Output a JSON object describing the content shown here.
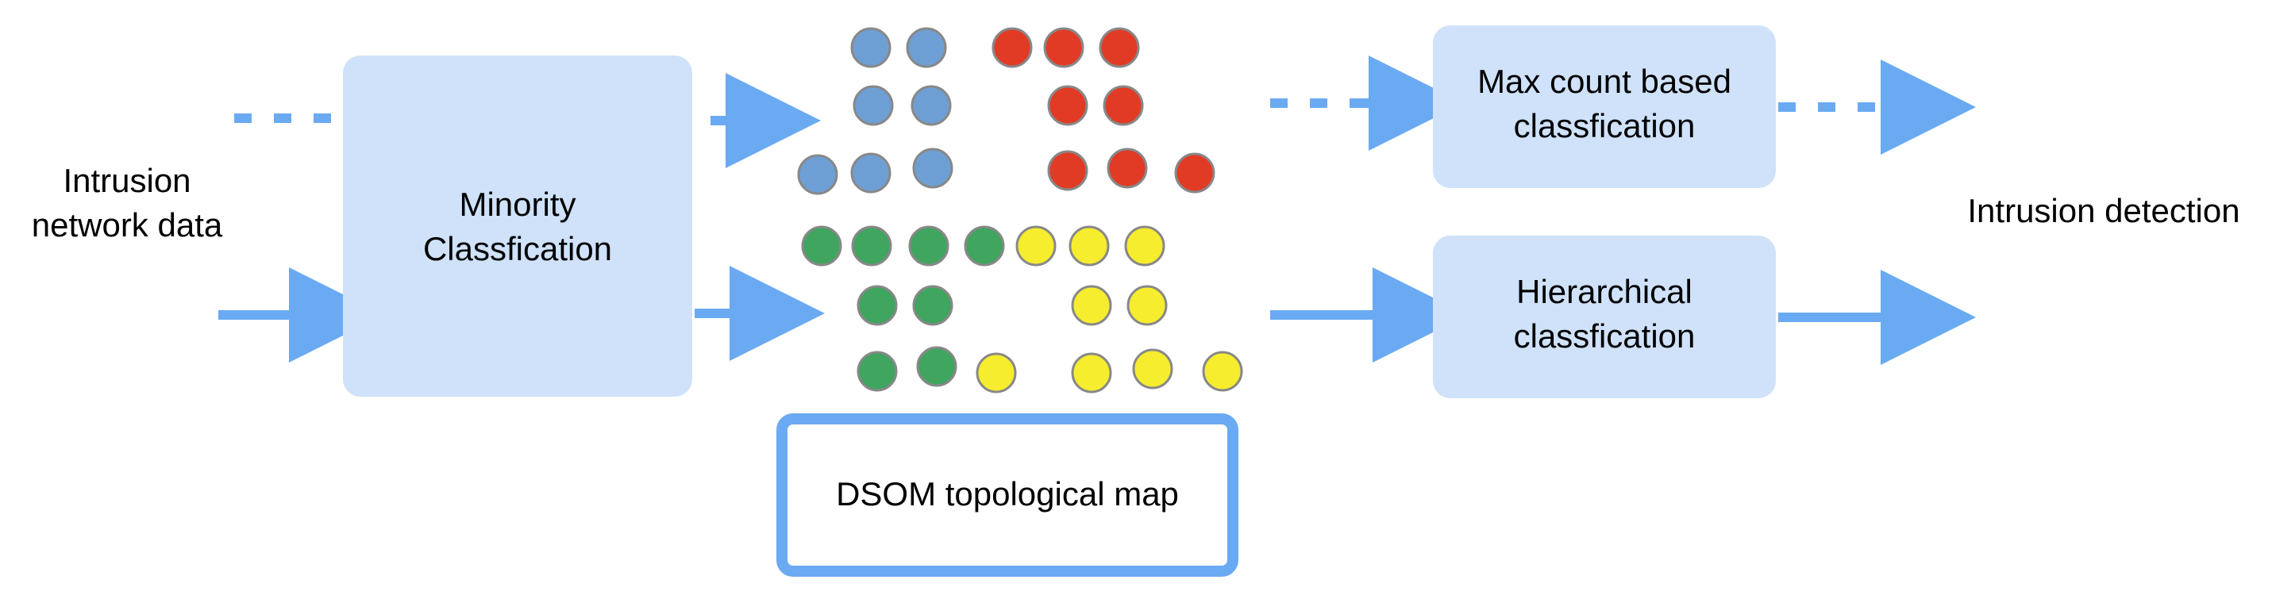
{
  "diagram": {
    "input_label": {
      "line1": "Intrusion",
      "line2": "network data"
    },
    "minority": {
      "line1": "Minority",
      "line2": "Classfication"
    },
    "dsom": {
      "label": "DSOM topological map"
    },
    "max_count": {
      "line1": "Max count based",
      "line2": "classfication"
    },
    "hierarchical": {
      "line1": "Hierarchical",
      "line2": "classfication"
    },
    "output_label": "Intrusion detection"
  },
  "colors": {
    "box_fill": "#cfe2fa",
    "arrow": "#6aaaf2",
    "dsom_border": "#6aaaf2",
    "node_blue": "#6e9fd4",
    "node_red": "#e13b25",
    "node_green": "#3fa55f",
    "node_yellow": "#f6ed2f"
  }
}
